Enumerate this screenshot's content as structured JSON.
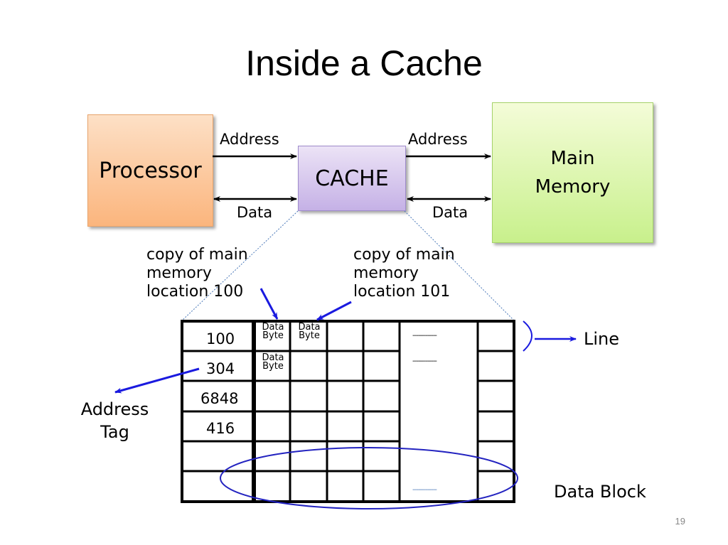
{
  "slide": {
    "title": "Inside a Cache",
    "page_number": "19"
  },
  "blocks": {
    "processor": "Processor",
    "cache": "CACHE",
    "main_memory_line1": "Main",
    "main_memory_line2": "Memory"
  },
  "links": {
    "left_address": "Address",
    "left_data": "Data",
    "right_address": "Address",
    "right_data": "Data"
  },
  "annotations": {
    "copy100": [
      "copy of main",
      "memory",
      "location 100"
    ],
    "copy101": [
      "copy of main",
      "memory",
      "location 101"
    ],
    "address_tag": [
      "Address",
      "Tag"
    ],
    "line": "Line",
    "data_block": "Data Block"
  },
  "cache_table": {
    "tags": [
      "100",
      "304",
      "6848",
      "416",
      "",
      ""
    ],
    "data_byte_label": [
      "Data",
      "Byte"
    ],
    "data_byte_cells": [
      [
        0,
        0
      ],
      [
        0,
        1
      ],
      [
        1,
        0
      ]
    ],
    "ellipsis": "-------------"
  },
  "colors": {
    "arrow_blue": "#1a1adf",
    "ellipse_blue": "#2323c0",
    "dotted_blue": "#4a78b8"
  }
}
